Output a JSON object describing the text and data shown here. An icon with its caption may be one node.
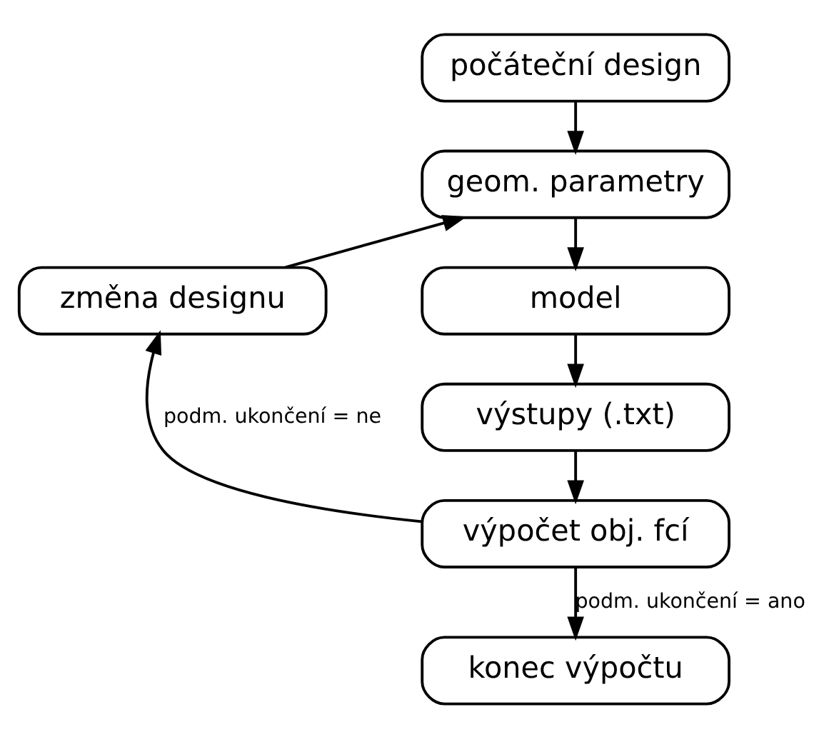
{
  "diagram": {
    "nodes": [
      {
        "text": [
          "počáteční design"
        ]
      },
      {
        "text": [
          "geom. parametry"
        ]
      },
      {
        "text": [
          "model"
        ]
      },
      {
        "text": [
          "výstupy (.txt)"
        ]
      },
      {
        "text": [
          "výpočet obj. fcí"
        ]
      },
      {
        "text": [
          "změna designu"
        ]
      },
      {
        "text": [
          "konec výpočtu"
        ]
      }
    ],
    "edges": [
      {
        "from": 0,
        "to": 1,
        "arrow": "to"
      },
      {
        "from": 1,
        "to": 2,
        "arrow": "to"
      },
      {
        "from": 2,
        "to": 3,
        "arrow": "to"
      },
      {
        "from": 3,
        "to": 4,
        "arrow": "to"
      },
      {
        "from": 4,
        "to": 5,
        "arrow": "to",
        "label": "podm. ukončení = ne"
      },
      {
        "from": 5,
        "to": 1,
        "arrow": "to"
      },
      {
        "from": 4,
        "to": 6,
        "arrow": "to",
        "label": "podm. ukončení = ano"
      }
    ]
  }
}
